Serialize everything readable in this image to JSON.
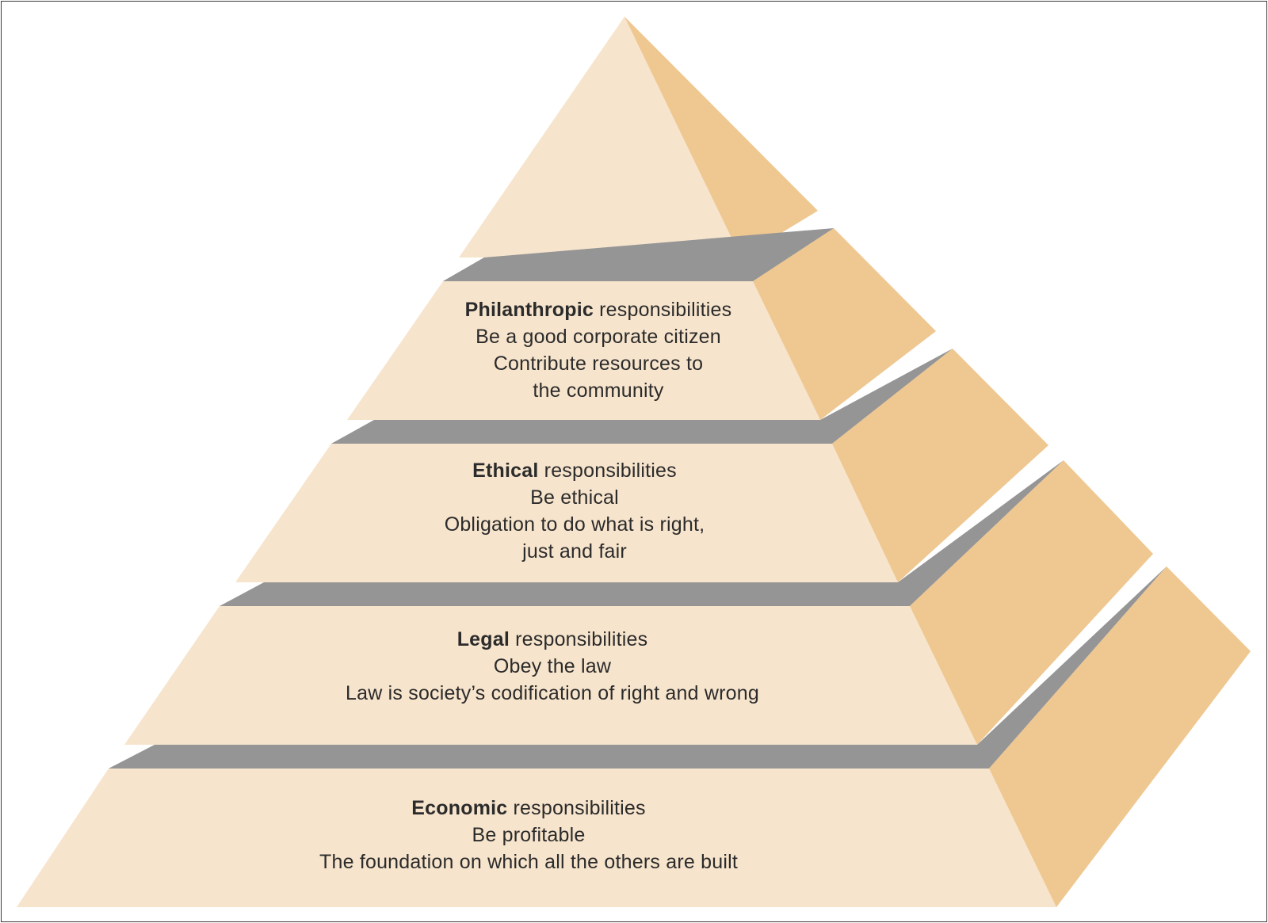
{
  "colors": {
    "front_face": "#f7e4cc",
    "side_face": "#efc790",
    "ledge": "#959596",
    "text": "#2b2b2b",
    "frame": "#3a3a3a"
  },
  "tiers": [
    {
      "id": "philanthropic",
      "name": "Philanthropic",
      "suffix": " responsibilities",
      "lines": [
        "Be a good corporate citizen",
        "Contribute resources to",
        "the community"
      ]
    },
    {
      "id": "ethical",
      "name": "Ethical",
      "suffix": " responsibilities",
      "lines": [
        "Be ethical",
        "Obligation to do what is right,",
        "just and fair"
      ]
    },
    {
      "id": "legal",
      "name": "Legal",
      "suffix": " responsibilities",
      "lines": [
        "Obey the law",
        "Law is society’s codification of right and wrong"
      ]
    },
    {
      "id": "economic",
      "name": "Economic",
      "suffix": " responsibilities",
      "lines": [
        "Be profitable",
        "The foundation on which all the others are built"
      ]
    }
  ]
}
